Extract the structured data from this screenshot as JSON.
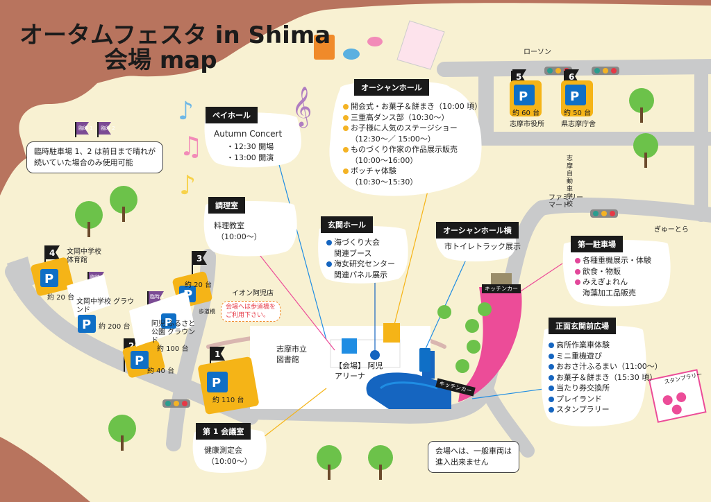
{
  "title": {
    "line1": "オータムフェスタ in Shima",
    "line2": "会場 map"
  },
  "notice_rinji": {
    "line1": "臨時駐車場 1、2 は前日まで晴れが",
    "line2": "続いていた場合のみ使用可能"
  },
  "no_cars_note": {
    "line1": "会場へは、一般車両は",
    "line2": "進入出来ません"
  },
  "sidewalk_note": {
    "line1": "会場へは歩道橋を",
    "line2": "ご利用下さい。"
  },
  "venues": {
    "bay_hall": {
      "name": "ベイホール",
      "title": "Autumn Concert",
      "items": [
        "・12:30 開場",
        "・13:00 開演"
      ]
    },
    "ocean_hall": {
      "name": "オーシャンホール",
      "items": [
        {
          "text": "開会式・お菓子＆餅まき（10:00 頃）",
          "indent": false
        },
        {
          "text": "三重高ダンス部（10:30～）",
          "indent": false
        },
        {
          "text": "お子様に人気のステージショー",
          "indent": false
        },
        {
          "text": "（12:30～／ 15:00～）",
          "indent": true
        },
        {
          "text": "ものづくり作家の作品展示販売",
          "indent": false
        },
        {
          "text": "（10:00～16:00）",
          "indent": true
        },
        {
          "text": "ボッチャ体験",
          "indent": false
        },
        {
          "text": "（10:30～15:30）",
          "indent": true
        }
      ]
    },
    "cooking_room": {
      "name": "調理室",
      "items": [
        "料理教室",
        "（10:00～）"
      ]
    },
    "entrance_hall": {
      "name": "玄関ホール",
      "items": [
        {
          "text": "海づくり大会",
          "indent": false
        },
        {
          "text": "関連ブース",
          "indent": true
        },
        {
          "text": "海女研究センター",
          "indent": false
        },
        {
          "text": "関連パネル展示",
          "indent": true
        }
      ]
    },
    "ocean_side": {
      "name": "オーシャンホール横",
      "items": [
        "市トイレトラック展示"
      ]
    },
    "first_parking_area": {
      "name": "第一駐車場",
      "items": [
        {
          "text": "各種重機展示・体験",
          "indent": false
        },
        {
          "text": "飲食・物販",
          "indent": false
        },
        {
          "text": "みえぎょれん",
          "indent": false
        },
        {
          "text": "海藻加工品販売",
          "indent": true
        }
      ]
    },
    "front_plaza": {
      "name": "正面玄関前広場",
      "items": [
        "高所作業車体験",
        "ミニ重機遊び",
        "おおさ汁ふるまい（11:00～）",
        "お菓子＆餅まき（15:30 頃）",
        "当たり券交換所",
        "プレイランド",
        "スタンプラリー"
      ]
    },
    "meeting_room": {
      "name": "第 1 会議室",
      "items": [
        "健康測定会",
        "（10:00～）"
      ]
    }
  },
  "parking": [
    {
      "num": "1",
      "label": "約 110 台"
    },
    {
      "num": "2",
      "label": "約 40 台"
    },
    {
      "num": "3",
      "label": "約 20 台"
    },
    {
      "num": "4",
      "label": "約 20 台"
    },
    {
      "num": "5",
      "label": "約 60 台",
      "place": "志摩市役所"
    },
    {
      "num": "6",
      "label": "約 50 台",
      "place": "県志摩庁舎"
    },
    {
      "num": "臨時 1",
      "label": "約 100 台",
      "place": "阿児 ふるさと公園 グラウンド"
    },
    {
      "num": "臨時 2",
      "label": "約 200 台",
      "place": "文岡中学校 グラウンド"
    }
  ],
  "flags": {
    "rinji1": "臨時 1",
    "rinji2": "臨時 2"
  },
  "landmarks": {
    "lawson": "ローソン",
    "familymart": "ファミリー マート",
    "gyutora": "ぎゅーとら",
    "aeon": "イオン阿児店",
    "school_driving": "志摩自動車学校",
    "library": "志摩市立 図書館",
    "arena": "【会場】 阿児アリーナ",
    "bunoka_gym": "文岡中学校 体育館",
    "footbridge": "歩道橋",
    "kitchen_car": "キッチンカー",
    "stamp_rally": "スタンプラリー"
  },
  "colors": {
    "background": "#f8f1d2",
    "border": "#b8745e",
    "road": "#c9cacb",
    "parking": "#f5b417",
    "parking_box": "#0f6fc6",
    "flag": "#7b4b94",
    "pink": "#ec4c98",
    "dark": "#1a1a1a"
  }
}
